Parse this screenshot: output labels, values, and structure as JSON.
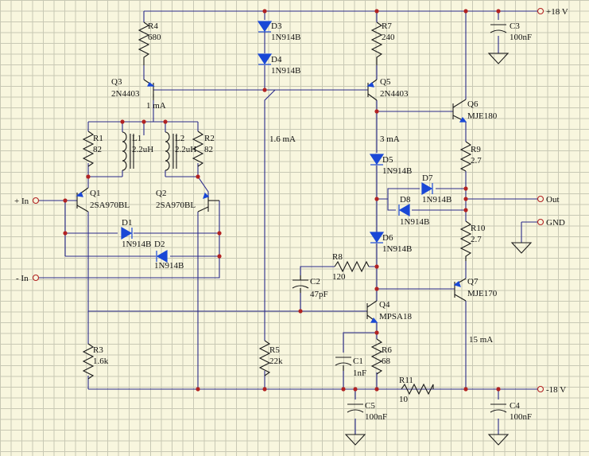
{
  "rails": {
    "pos": "+18 V",
    "neg": "-18 V",
    "gnd": "GND",
    "out": "Out",
    "in_plus": "+ In",
    "in_minus": "- In"
  },
  "components": {
    "r1": {
      "ref": "R1",
      "value": "82"
    },
    "r2": {
      "ref": "R2",
      "value": "82"
    },
    "r3": {
      "ref": "R3",
      "value": "1.6k"
    },
    "r4": {
      "ref": "R4",
      "value": "680"
    },
    "r5": {
      "ref": "R5",
      "value": "22k"
    },
    "r6": {
      "ref": "R6",
      "value": "68"
    },
    "r7": {
      "ref": "R7",
      "value": "240"
    },
    "r8": {
      "ref": "R8",
      "value": "120"
    },
    "r9": {
      "ref": "R9",
      "value": "2.7"
    },
    "r10": {
      "ref": "R10",
      "value": "2.7"
    },
    "r11": {
      "ref": "R11",
      "value": "10"
    },
    "l1": {
      "ref": "L1",
      "value": "2.2uH"
    },
    "l2": {
      "ref": "L2",
      "value": "2.2uH"
    },
    "c1": {
      "ref": "C1",
      "value": "1nF"
    },
    "c2": {
      "ref": "C2",
      "value": "47pF"
    },
    "c3": {
      "ref": "C3",
      "value": "100nF"
    },
    "c4": {
      "ref": "C4",
      "value": "100nF"
    },
    "c5": {
      "ref": "C5",
      "value": "100nF"
    },
    "q1": {
      "ref": "Q1",
      "value": "2SA970BL"
    },
    "q2": {
      "ref": "Q2",
      "value": "2SA970BL"
    },
    "q3": {
      "ref": "Q3",
      "value": "2N4403"
    },
    "q4": {
      "ref": "Q4",
      "value": "MPSA18"
    },
    "q5": {
      "ref": "Q5",
      "value": "2N4403"
    },
    "q6": {
      "ref": "Q6",
      "value": "MJE180"
    },
    "q7": {
      "ref": "Q7",
      "value": "MJE170"
    },
    "d1": {
      "ref": "D1",
      "value": "1N914B"
    },
    "d2": {
      "ref": "D2",
      "value": "1N914B"
    },
    "d3": {
      "ref": "D3",
      "value": "1N914B"
    },
    "d4": {
      "ref": "D4",
      "value": "1N914B"
    },
    "d5": {
      "ref": "D5",
      "value": "1N914B"
    },
    "d6": {
      "ref": "D6",
      "value": "1N914B"
    },
    "d7": {
      "ref": "D7",
      "value": "1N914B"
    },
    "d8": {
      "ref": "D8",
      "value": "1N914B"
    }
  },
  "currents": {
    "i_q3": "1 mA",
    "i_r5": "1.6 mA",
    "i_q5": "3 mA",
    "i_out": "15 mA"
  }
}
